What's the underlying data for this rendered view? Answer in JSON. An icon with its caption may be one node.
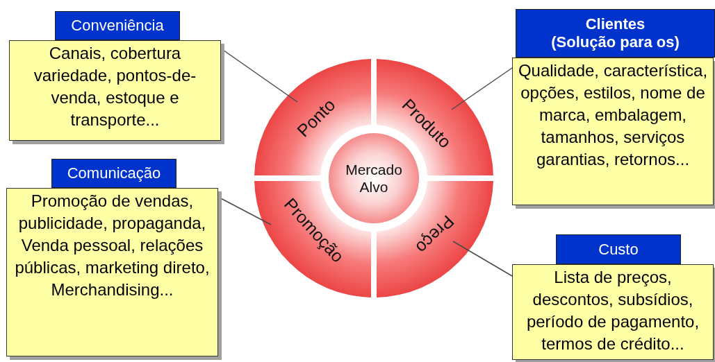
{
  "diagram": {
    "nodes": [
      {
        "text": [
          "Conveniência",
          "Canais, cobertura variedade, pontos-de- venda, estoque e transporte..."
        ]
      },
      {
        "text": [
          "Clientes (Solução para os)",
          "Qualidade, característica, opções, estilos, nome de marca, embalagem, tamanhos, serviços garantias, retornos..."
        ]
      },
      {
        "text": [
          "Ponto"
        ]
      },
      {
        "text": [
          "Produto"
        ]
      },
      {
        "text": [
          "Mercado Alvo"
        ]
      },
      {
        "text": [
          "Comunicação",
          "Promoção de vendas, publicidade, propaganda, Venda pessoal, relações públicas, marketing direto, Merchandising..."
        ]
      },
      {
        "text": [
          "Promoção"
        ]
      },
      {
        "text": [
          "Preço"
        ]
      },
      {
        "text": [
          "Custo",
          "Lista de preços, descontos, subsídios, período de pagamento, termos de crédito..."
        ]
      }
    ],
    "edges": [
      {
        "from": 0,
        "to": 2,
        "arrow": "none"
      },
      {
        "from": 1,
        "to": 3,
        "arrow": "none"
      },
      {
        "from": 5,
        "to": 6,
        "arrow": "none"
      },
      {
        "from": 8,
        "to": 7,
        "arrow": "none"
      }
    ]
  }
}
